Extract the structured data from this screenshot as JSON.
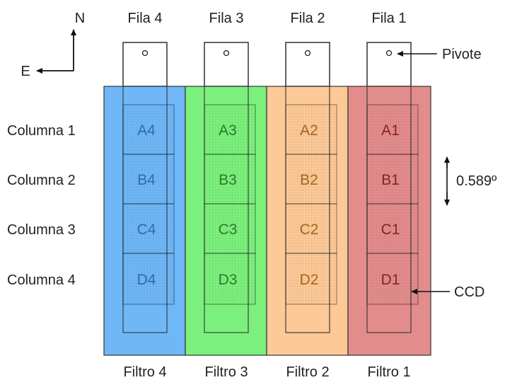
{
  "compass": {
    "north": "N",
    "east": "E"
  },
  "rows": [
    {
      "label": "Fila 4",
      "filter": "Filtro 4",
      "fill": "#6fb7f7",
      "cell_color": "#2d6da8",
      "cells": [
        "A4",
        "B4",
        "C4",
        "D4"
      ]
    },
    {
      "label": "Fila 3",
      "filter": "Filtro 3",
      "fill": "#7cf07c",
      "cell_color": "#2b7a2b",
      "cells": [
        "A3",
        "B3",
        "C3",
        "D3"
      ]
    },
    {
      "label": "Fila 2",
      "filter": "Filtro 2",
      "fill": "#fdc997",
      "cell_color": "#a8641f",
      "cells": [
        "A2",
        "B2",
        "C2",
        "D2"
      ]
    },
    {
      "label": "Fila 1",
      "filter": "Filtro 1",
      "fill": "#e38c8c",
      "cell_color": "#8a2323",
      "cells": [
        "A1",
        "B1",
        "C1",
        "D1"
      ]
    }
  ],
  "columns": [
    "Columna 1",
    "Columna 2",
    "Columna 3",
    "Columna 4"
  ],
  "annotations": {
    "pivot": "Pivote",
    "spacing": "0.589º",
    "ccd": "CCD"
  }
}
